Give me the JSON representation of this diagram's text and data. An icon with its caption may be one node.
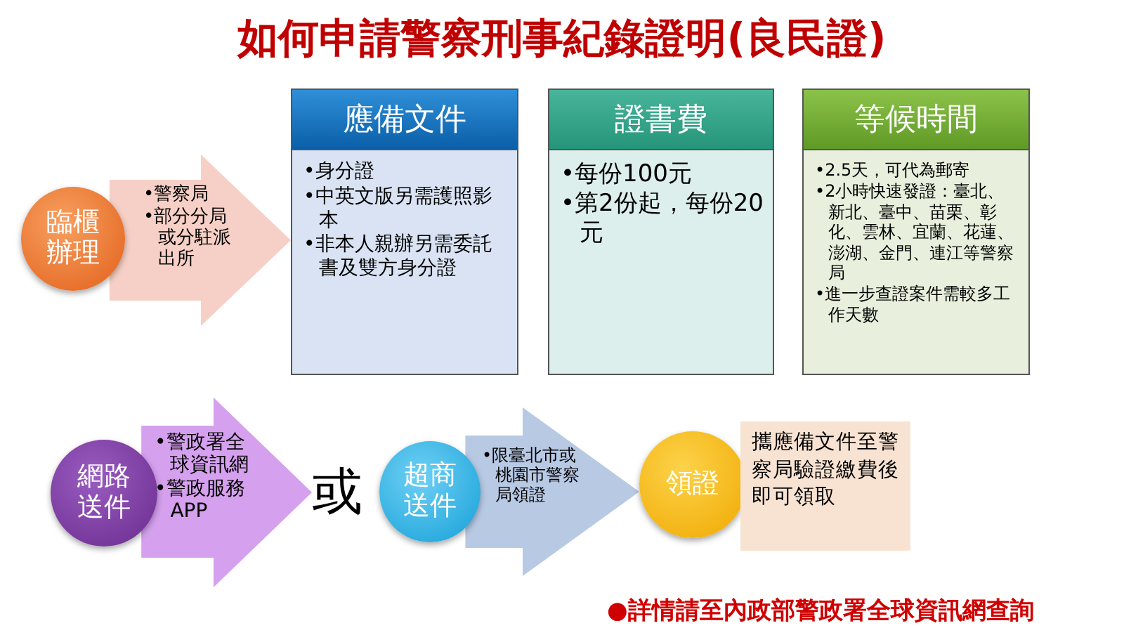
{
  "diagram": {
    "title": "如何申請警察刑事紀錄證明(良民證)",
    "nodes": [
      {
        "text": [
          "臨櫃辦理"
        ]
      },
      {
        "text": [
          "•警察局",
          "•部分分局或分駐派出所"
        ]
      },
      {
        "text": [
          "應備文件",
          "•身分證",
          "•中英文版另需護照影本",
          "•非本人親辦另需委託書及雙方身分證"
        ]
      },
      {
        "text": [
          "證書費",
          "•每份100元",
          "•第2份起，每份20元"
        ]
      },
      {
        "text": [
          "等候時間",
          "•2.5天，可代為郵寄",
          "•2小時快速發證：臺北、新北、臺中、苗栗、彰化、雲林、宜蘭、花蓮、澎湖、金門、連江等警察局",
          "•進一步查證案件需較多工作天數"
        ]
      },
      {
        "text": [
          "網路送件"
        ]
      },
      {
        "text": [
          "•警政署全球資訊網",
          "•警政服務APP"
        ]
      },
      {
        "text": [
          "或"
        ]
      },
      {
        "text": [
          "超商送件"
        ]
      },
      {
        "text": [
          "•限臺北市或桃園市警察局領證"
        ]
      },
      {
        "text": [
          "領證"
        ]
      },
      {
        "text": [
          "攜應備文件至警察局驗證繳費後即可領取"
        ]
      }
    ],
    "edges": [
      {
        "from": 0,
        "to": 2,
        "arrow": "to",
        "style": "thick",
        "color": "#f6d0c6"
      },
      {
        "from": 5,
        "to": 7,
        "arrow": "to",
        "style": "thick",
        "color": "#d5a0ee"
      },
      {
        "from": 8,
        "to": 10,
        "arrow": "to",
        "style": "thick",
        "color": "#b8c9e4"
      }
    ],
    "labels": [
      "●詳情請至內政部警政署全球資訊網查詢"
    ]
  }
}
